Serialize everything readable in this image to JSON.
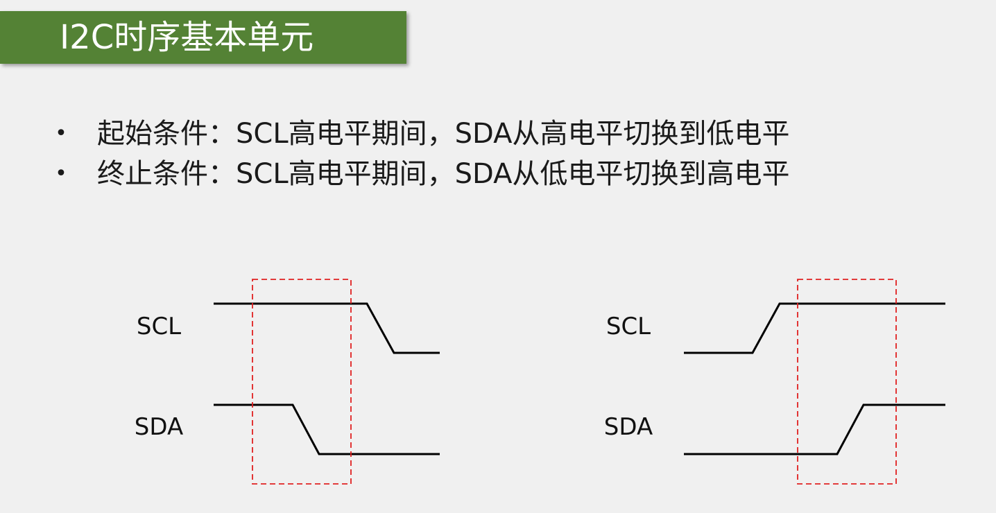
{
  "title": "I2C时序基本单元",
  "colors": {
    "title_bg": "#548235",
    "title_fg": "#ffffff",
    "wave": "#000000",
    "highlight_box": "#e02020",
    "background": "#f0f0f0"
  },
  "bullets": [
    {
      "text": "起始条件：SCL高电平期间，SDA从高电平切换到低电平"
    },
    {
      "text": "终止条件：SCL高电平期间，SDA从低电平切换到高电平"
    }
  ],
  "diagrams": {
    "start": {
      "scl_label": "SCL",
      "sda_label": "SDA"
    },
    "stop": {
      "scl_label": "SCL",
      "sda_label": "SDA"
    }
  }
}
